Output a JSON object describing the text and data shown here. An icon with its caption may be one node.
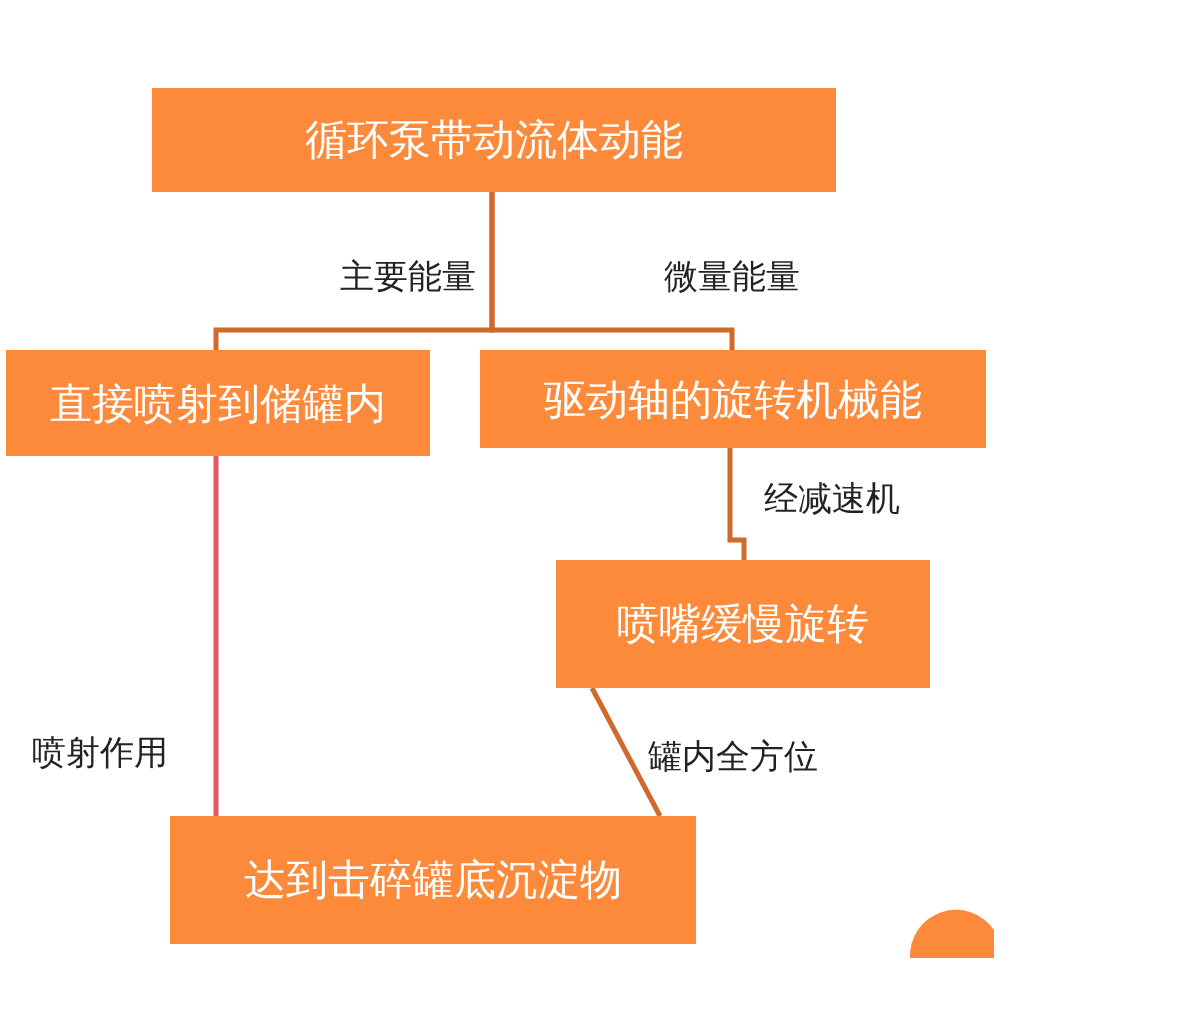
{
  "diagram": {
    "nodes": [
      {
        "text": [
          "循环泵带动流体动能"
        ]
      },
      {
        "text": [
          "直接喷射到储罐内"
        ]
      },
      {
        "text": [
          "驱动轴的旋转机械能"
        ]
      },
      {
        "text": [
          "喷嘴缓慢旋转"
        ]
      },
      {
        "text": [
          "达到击碎罐底沉淀物"
        ]
      }
    ],
    "edges": [
      {
        "from": 0,
        "to": 1,
        "arrow": "none",
        "label": "主要能量"
      },
      {
        "from": 0,
        "to": 2,
        "arrow": "none",
        "label": "微量能量"
      },
      {
        "from": 2,
        "to": 3,
        "arrow": "none",
        "label": "经减速机"
      },
      {
        "from": 1,
        "to": 4,
        "arrow": "none",
        "label": "喷射作用",
        "color": "#e0585a"
      },
      {
        "from": 3,
        "to": 4,
        "arrow": "none",
        "label": "罐内全方位"
      }
    ]
  }
}
